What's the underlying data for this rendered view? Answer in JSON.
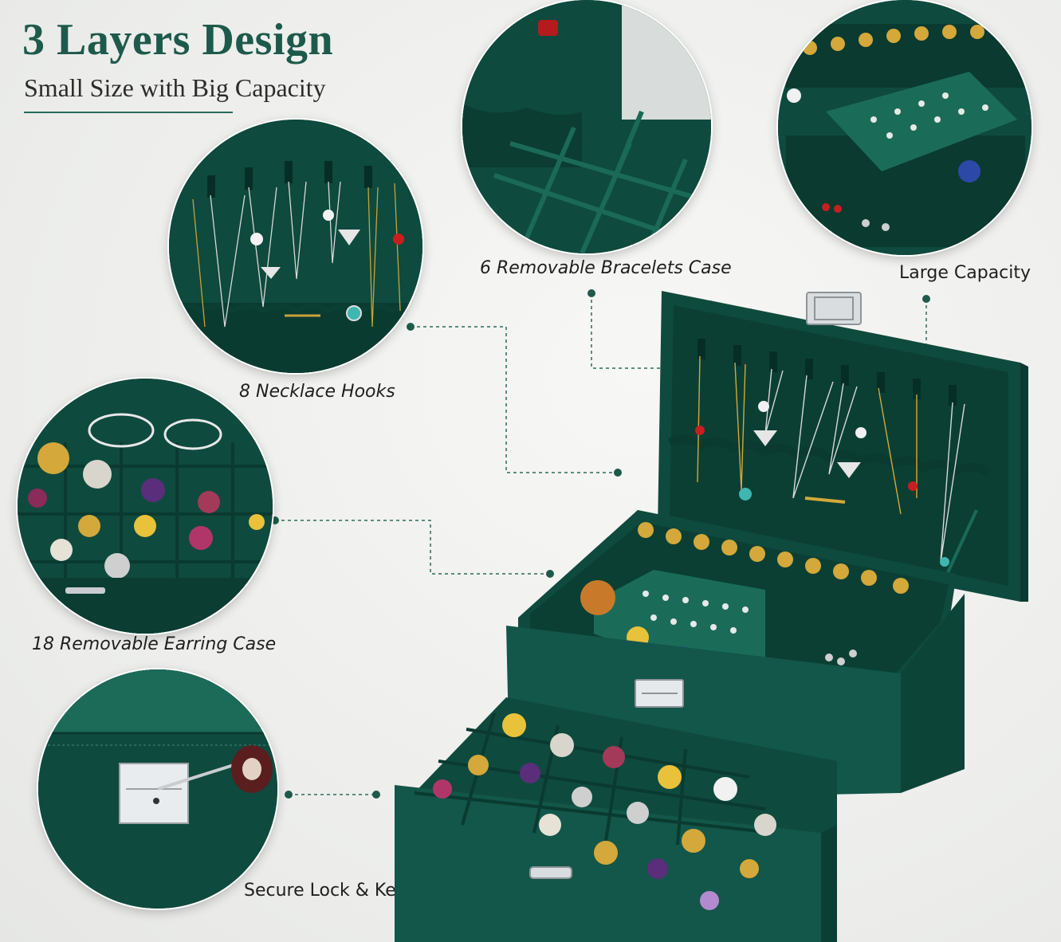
{
  "header": {
    "title": "3 Layers Design",
    "subtitle": "Small Size with Big Capacity"
  },
  "features": {
    "necklace_hooks": "8 Necklace Hooks",
    "bracelets_case": "6 Removable Bracelets Case",
    "large_capacity": "Large Capacity",
    "earring_case": "18 Removable Earring Case",
    "lock_key": "Secure Lock & Key"
  },
  "colors": {
    "velvet_green": "#0f4a3e",
    "velvet_light": "#1c6a58",
    "title_green": "#1e5a4b",
    "metal": "#c9cdd0",
    "gold": "#d4a83a"
  }
}
